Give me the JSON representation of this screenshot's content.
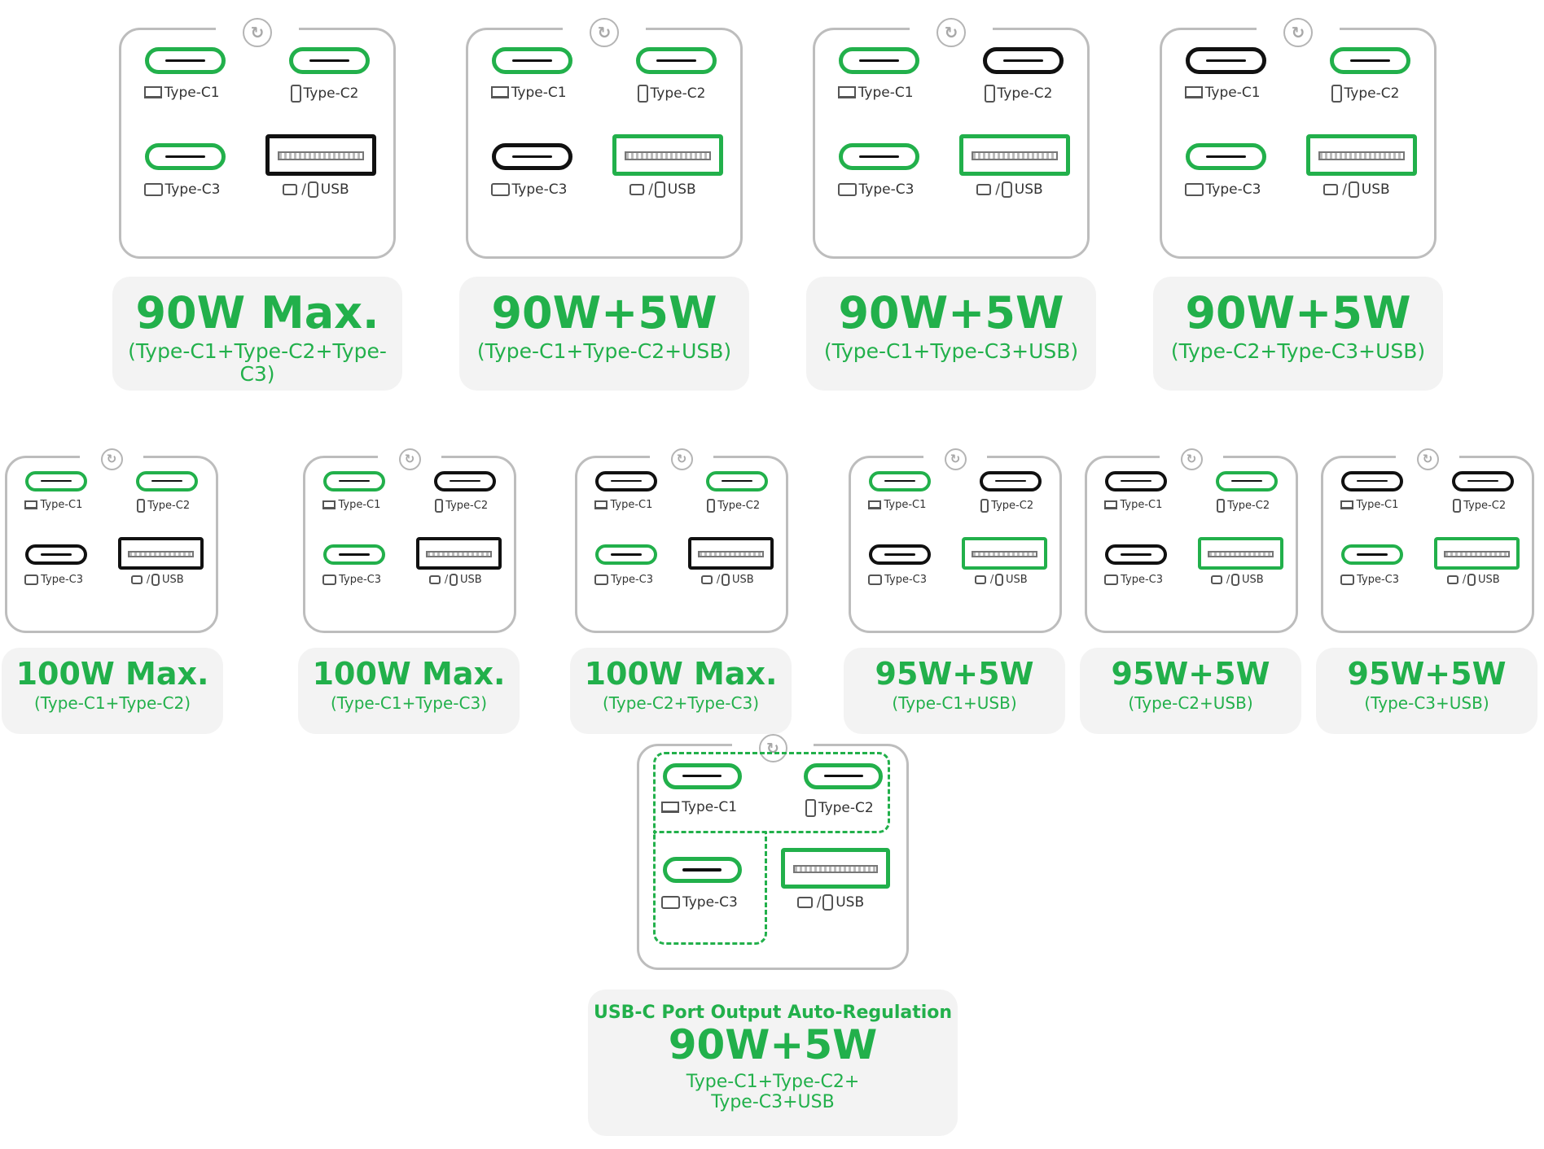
{
  "ports": {
    "c1": "Type-C1",
    "c2": "Type-C2",
    "c3": "Type-C3",
    "usb": "USB",
    "usb_sep": "/"
  },
  "icons": {
    "logo": "charge-swap-icon",
    "c1": "laptop-icon",
    "c2": "phone-icon",
    "c3": "tablet-icon",
    "usb_a": "power-bank-icon",
    "usb_b": "watch-icon"
  },
  "colors": {
    "active": "#22b04b",
    "inactive": "#111111",
    "panel_border": "#bdbdbd",
    "card_bg": "#f3f3f3"
  },
  "combos": [
    {
      "id": "1",
      "watt": "90W Max.",
      "ports_desc": "(Type-C1+Type-C2+Type-C3)",
      "active": {
        "c1": true,
        "c2": true,
        "c3": true,
        "usb": false
      }
    },
    {
      "id": "2",
      "watt": "90W+5W",
      "ports_desc": "(Type-C1+Type-C2+USB)",
      "active": {
        "c1": true,
        "c2": true,
        "c3": false,
        "usb": true
      }
    },
    {
      "id": "3",
      "watt": "90W+5W",
      "ports_desc": "(Type-C1+Type-C3+USB)",
      "active": {
        "c1": true,
        "c2": false,
        "c3": true,
        "usb": true
      }
    },
    {
      "id": "4",
      "watt": "90W+5W",
      "ports_desc": "(Type-C2+Type-C3+USB)",
      "active": {
        "c1": false,
        "c2": true,
        "c3": true,
        "usb": true
      }
    },
    {
      "id": "5",
      "watt": "100W Max.",
      "ports_desc": "(Type-C1+Type-C2)",
      "active": {
        "c1": true,
        "c2": true,
        "c3": false,
        "usb": false
      }
    },
    {
      "id": "6",
      "watt": "100W Max.",
      "ports_desc": "(Type-C1+Type-C3)",
      "active": {
        "c1": true,
        "c2": false,
        "c3": true,
        "usb": false
      }
    },
    {
      "id": "7",
      "watt": "100W Max.",
      "ports_desc": "(Type-C2+Type-C3)",
      "active": {
        "c1": false,
        "c2": true,
        "c3": true,
        "usb": false
      }
    },
    {
      "id": "8",
      "watt": "95W+5W",
      "ports_desc": "(Type-C1+USB)",
      "active": {
        "c1": true,
        "c2": false,
        "c3": false,
        "usb": true
      }
    },
    {
      "id": "9",
      "watt": "95W+5W",
      "ports_desc": "(Type-C2+USB)",
      "active": {
        "c1": false,
        "c2": true,
        "c3": false,
        "usb": true
      }
    },
    {
      "id": "10",
      "watt": "95W+5W",
      "ports_desc": "(Type-C3+USB)",
      "active": {
        "c1": false,
        "c2": false,
        "c3": true,
        "usb": true
      }
    },
    {
      "id": "11",
      "heading": "USB-C Port Output Auto-Regulation",
      "watt": "90W+5W",
      "ports_desc_1": "Type-C1+Type-C2+",
      "ports_desc_2": "Type-C3+USB",
      "dashed_group": true,
      "active": {
        "c1": true,
        "c2": true,
        "c3": true,
        "usb": true
      }
    }
  ]
}
